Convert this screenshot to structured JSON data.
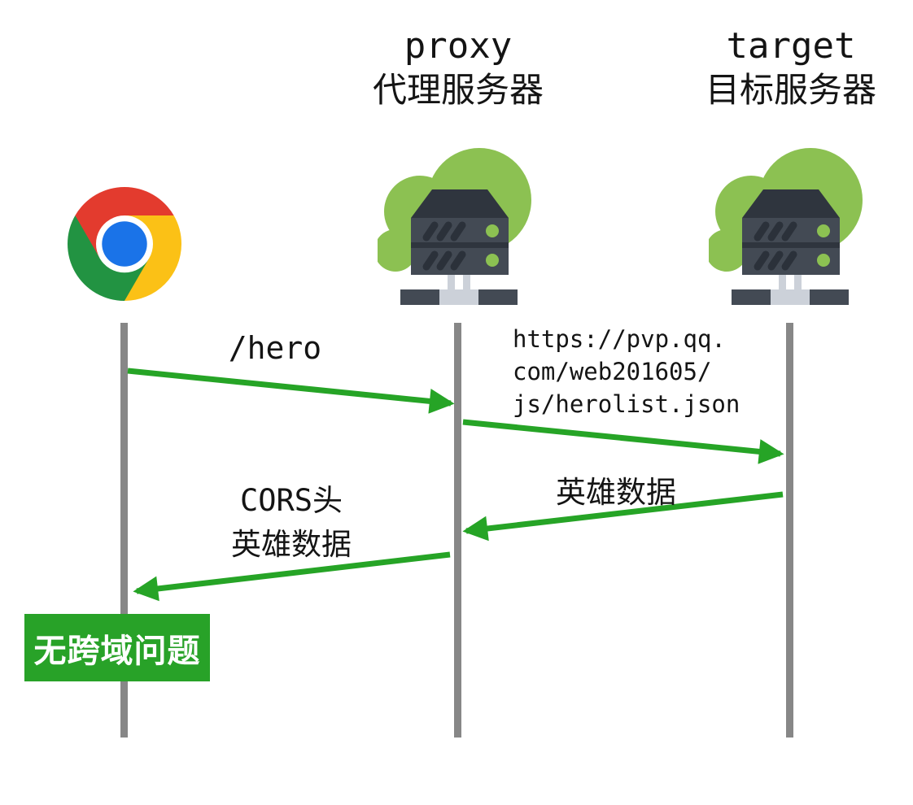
{
  "diagram": {
    "actors": {
      "browser": {
        "icon": "chrome-logo"
      },
      "proxy": {
        "title": "proxy",
        "subtitle": "代理服务器",
        "icon": "cloud-server"
      },
      "target": {
        "title": "target",
        "subtitle": "目标服务器",
        "icon": "cloud-server"
      }
    },
    "messages": {
      "request": "/hero",
      "forward_lines": [
        "https://pvp.qq.",
        "com/web201605/",
        "js/herolist.json"
      ],
      "response": "英雄数据",
      "final_lines": [
        "CORS头",
        "英雄数据"
      ]
    },
    "badge": "无跨域问题",
    "colors": {
      "arrow_green": "#26a426",
      "badge_green": "#28a228",
      "cloud_green": "#8cc152",
      "server_dark": "#434a54",
      "server_darker": "#2f353e",
      "server_slash": "#2b313a",
      "server_light": "#ccd1d9",
      "lifeline_grey": "#878787",
      "text_black": "#141414"
    }
  }
}
